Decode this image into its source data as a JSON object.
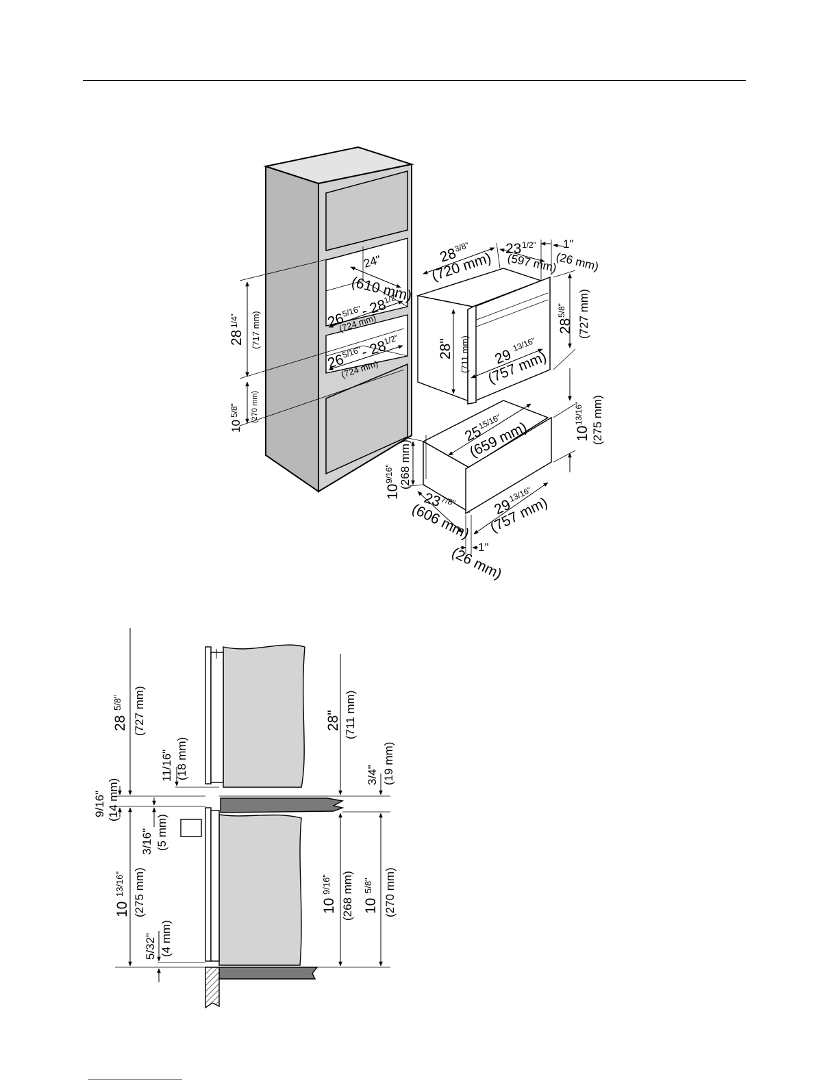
{
  "header_rule": true,
  "iso": {
    "cab_height": "28",
    "cab_height_frac": "1/4\"",
    "cab_height_mm": "(717 mm)",
    "cab_lower": "10",
    "cab_lower_frac": "5/8\"",
    "cab_lower_mm": "(270 mm)",
    "niche_width": "24\"",
    "niche_width_mm": "(610 mm)",
    "niche_depth1": "26",
    "niche_depth1_frac": "5/16\"",
    "niche_depth1_to": "- 28",
    "niche_depth1_to_frac": "1/2\"",
    "niche_depth1_mm": "(724 mm)",
    "niche_depth2": "26",
    "niche_depth2_frac": "5/16\"",
    "niche_depth2_to": "- 28",
    "niche_depth2_to_frac": "1/2\"",
    "niche_depth2_mm": "(724 mm)",
    "oven_depth": "28",
    "oven_depth_frac": "3/8\"",
    "oven_depth_mm": "(720 mm)",
    "oven_width": "23",
    "oven_width_frac": "1/2\"",
    "oven_width_mm": "(597 mm)",
    "oven_front": "1\"",
    "oven_front_mm": "(26 mm)",
    "oven_body_h": "28\"",
    "oven_body_h_mm": "(711 mm)",
    "oven_front_w": "29",
    "oven_front_w_frac": "13/16\"",
    "oven_front_w_mm": "(757 mm)",
    "oven_front_h": "28",
    "oven_front_h_frac": "5/8\"",
    "oven_front_h_mm": "(727 mm)",
    "drawer_depth": "25",
    "drawer_depth_frac": "15/16\"",
    "drawer_depth_mm": "(659 mm)",
    "drawer_front_h": "10",
    "drawer_front_h_frac": "13/16\"",
    "drawer_front_h_mm": "(275 mm)",
    "drawer_body_h": "10",
    "drawer_body_h_frac": "9/16\"",
    "drawer_body_h_mm": "(268 mm)",
    "drawer_width": "23",
    "drawer_width_frac": "7/8\"",
    "drawer_width_mm": "(606 mm)",
    "drawer_front_w": "29",
    "drawer_front_w_frac": "13/16\"",
    "drawer_front_w_mm": "(757 mm)",
    "drawer_front": "1\"",
    "drawer_front_mm": "(26 mm)"
  },
  "section": {
    "oven_front_h": "28",
    "oven_front_h_frac": "5/8\"",
    "oven_front_h_mm": "(727 mm)",
    "oven_body_h": "28\"",
    "oven_body_h_mm": "(711 mm)",
    "gap1": "11/16\"",
    "gap1_mm": "(18 mm)",
    "shelf": "3/4\"",
    "shelf_mm": "(19 mm)",
    "gap2": "9/16\"",
    "gap2_mm": "(14 mm)",
    "gap3": "3/16\"",
    "gap3_mm": "(5 mm)",
    "drawer_front_h": "10",
    "drawer_front_h_frac": "13/16\"",
    "drawer_front_h_mm": "(275 mm)",
    "drawer_body_h": "10",
    "drawer_body_h_frac": "9/16\"",
    "drawer_body_h_mm": "(268 mm)",
    "niche_h": "10",
    "niche_h_frac": "5/8\"",
    "niche_h_mm": "(270 mm)",
    "gap4": "5/32\"",
    "gap4_mm": "(4 mm)"
  }
}
